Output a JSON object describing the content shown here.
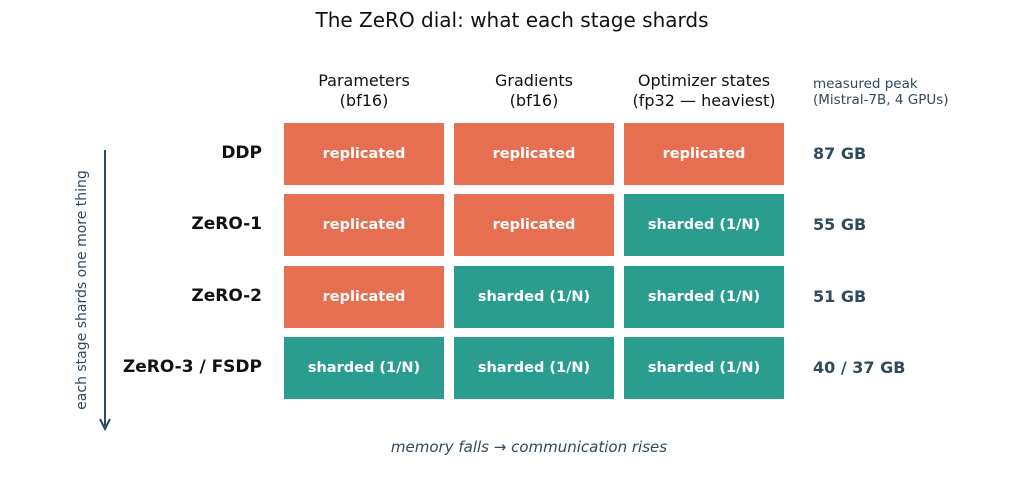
{
  "title": "The ZeRO dial: what each stage shards",
  "columns": [
    {
      "line1": "Parameters",
      "line2": "(bf16)"
    },
    {
      "line1": "Gradients",
      "line2": "(bf16)"
    },
    {
      "line1": "Optimizer states",
      "line2": "(fp32 — heaviest)"
    }
  ],
  "measured_header": {
    "line1": "measured peak",
    "line2": "(Mistral-7B, 4 GPUs)"
  },
  "rows": [
    {
      "label": "DDP",
      "cells": [
        "replicated",
        "replicated",
        "replicated"
      ],
      "peak": "87 GB"
    },
    {
      "label": "ZeRO-1",
      "cells": [
        "replicated",
        "replicated",
        "sharded (1/N)"
      ],
      "peak": "55 GB"
    },
    {
      "label": "ZeRO-2",
      "cells": [
        "replicated",
        "sharded (1/N)",
        "sharded (1/N)"
      ],
      "peak": "51 GB"
    },
    {
      "label": "ZeRO-3 / FSDP",
      "cells": [
        "sharded (1/N)",
        "sharded (1/N)",
        "sharded (1/N)"
      ],
      "peak": "40 / 37 GB"
    }
  ],
  "side_label": "each stage shards one more thing",
  "caption": "memory falls  →  communication rises",
  "colors": {
    "replicated": "#e76f51",
    "sharded": "#2a9d8f",
    "annotation": "#2f4a5a"
  },
  "icons": {
    "side_arrow": "arrow-down-icon"
  }
}
